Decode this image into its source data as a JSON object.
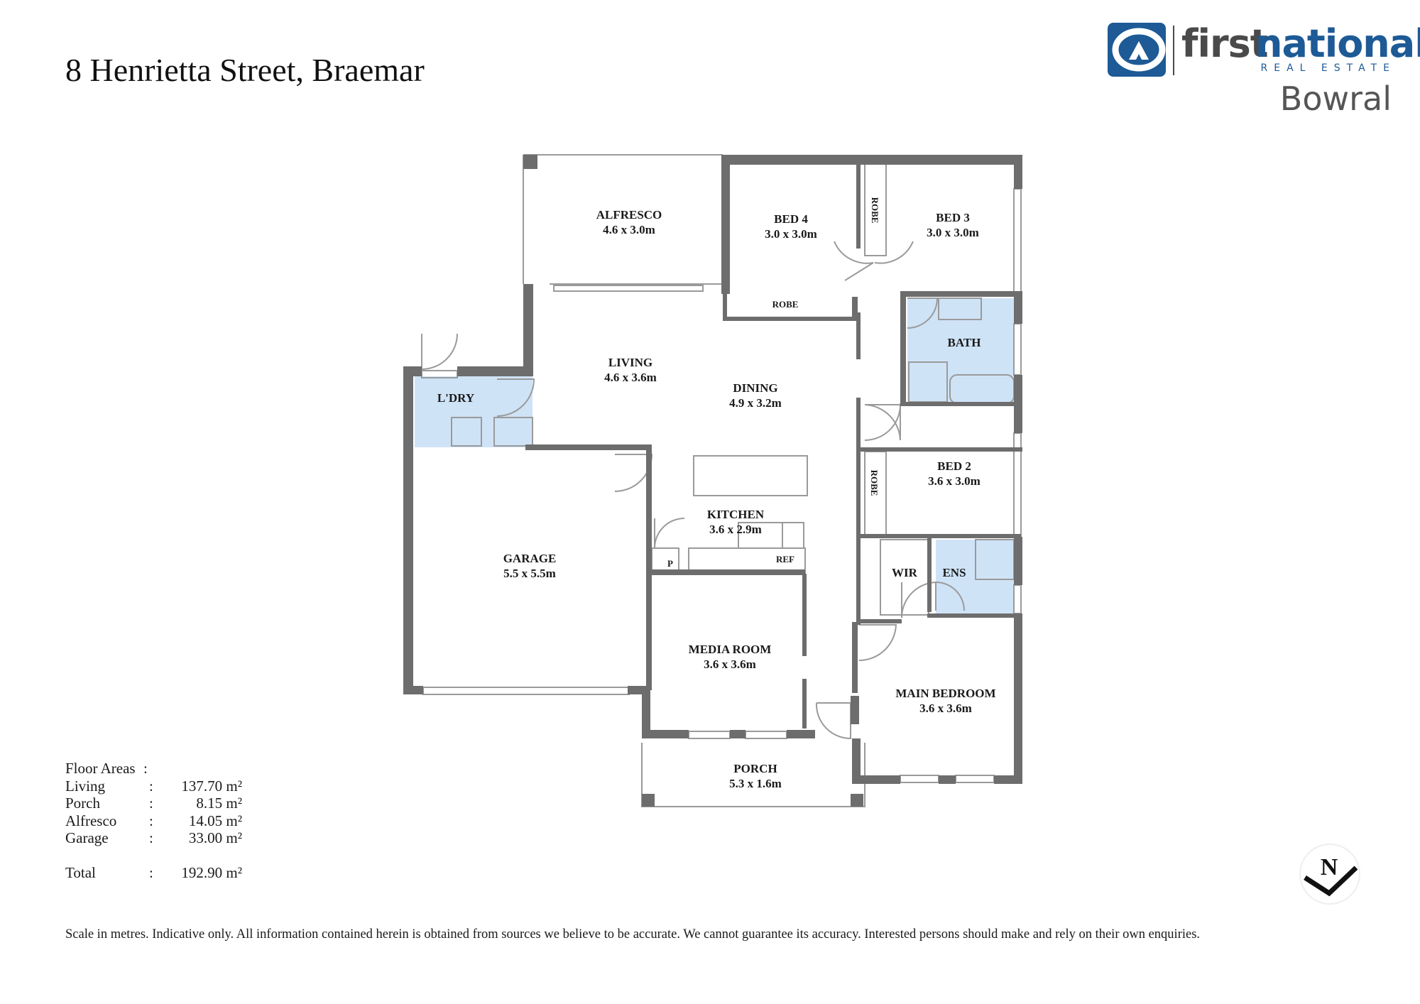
{
  "title": "8 Henrietta Street, Braemar",
  "brand": {
    "first": "first",
    "national": "national",
    "subline": "REAL ESTATE",
    "branch": "Bowral",
    "colors": {
      "blue": "#1d5a96",
      "grey": "#4a4a4a"
    }
  },
  "rooms": {
    "alfresco": {
      "name": "ALFRESCO",
      "size": "4.6 x 3.0m"
    },
    "bed4": {
      "name": "BED 4",
      "size": "3.0 x 3.0m"
    },
    "bed3": {
      "name": "BED 3",
      "size": "3.0 x 3.0m"
    },
    "robe_bed4": {
      "name": "ROBE"
    },
    "robe_vertical": {
      "name": "ROBE"
    },
    "bath": {
      "name": "BATH"
    },
    "living": {
      "name": "LIVING",
      "size": "4.6 x 3.6m"
    },
    "dining": {
      "name": "DINING",
      "size": "4.9 x 3.2m"
    },
    "laundry": {
      "name": "L'DRY"
    },
    "bed2": {
      "name": "BED 2",
      "size": "3.6 x 3.0m"
    },
    "robe_bed2": {
      "name": "ROBE"
    },
    "kitchen": {
      "name": "KITCHEN",
      "size": "3.6 x 2.9m"
    },
    "garage": {
      "name": "GARAGE",
      "size": "5.5 x 5.5m"
    },
    "pantry": {
      "name": "P"
    },
    "ref": {
      "name": "REF"
    },
    "wir": {
      "name": "WIR"
    },
    "ens": {
      "name": "ENS"
    },
    "media": {
      "name": "MEDIA ROOM",
      "size": "3.6 x 3.6m"
    },
    "main_bedroom": {
      "name": "MAIN BEDROOM",
      "size": "3.6 x 3.6m"
    },
    "porch": {
      "name": "PORCH",
      "size": "5.3 x 1.6m"
    }
  },
  "colors": {
    "wall": "#6d6d6d",
    "wet_area": "#cfe3f7"
  },
  "areas": {
    "heading": "Floor Areas",
    "colon": ":",
    "rows": [
      {
        "name": "Living",
        "value": "137.70 m²"
      },
      {
        "name": "Porch",
        "value": "8.15 m²"
      },
      {
        "name": "Alfresco",
        "value": "14.05 m²"
      },
      {
        "name": "Garage",
        "value": "33.00 m²"
      }
    ],
    "total": {
      "name": "Total",
      "value": "192.90 m²"
    }
  },
  "compass": {
    "label": "N"
  },
  "disclaimer": "Scale in metres. Indicative only. All information contained herein is obtained from sources we believe to be accurate. We cannot guarantee its accuracy. Interested persons should make and rely on their own enquiries."
}
